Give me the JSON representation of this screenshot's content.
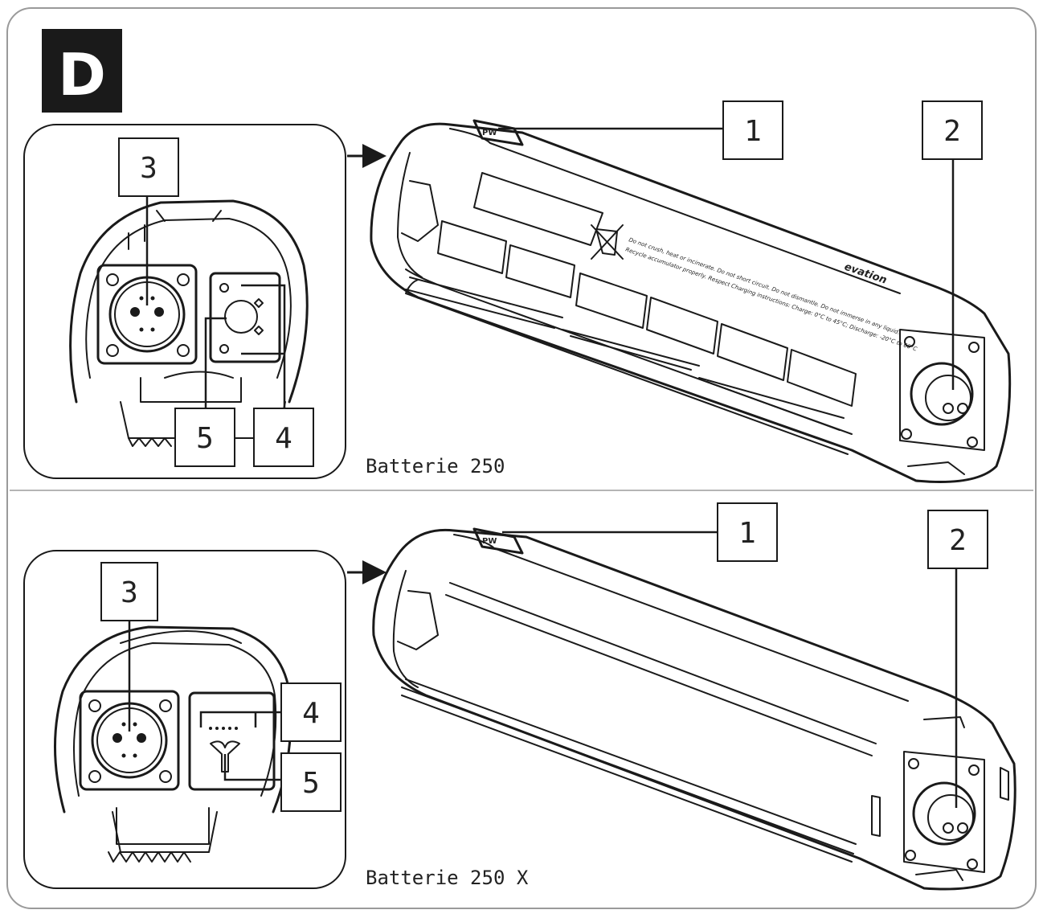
{
  "badge": {
    "letter": "D"
  },
  "sections": [
    {
      "caption": "Batterie 250",
      "label_text": "Do not crush, heat or incinerate. Do not short circuit. Do not dismantle. Do not immerse in any liquid.",
      "label_text_2": "Recycle accumulator properly. Respect Charging instructions: Charge: 0°C to 45°C; Discharge: -20°C to 60°C",
      "brand": "evation",
      "callouts": [
        "1",
        "2",
        "3",
        "4",
        "5"
      ]
    },
    {
      "caption": "Batterie 250 X",
      "callouts": [
        "1",
        "2",
        "3",
        "4",
        "5"
      ]
    }
  ],
  "colors": {
    "ink": "#1a1a1a",
    "badge_bg": "#1a1a1a",
    "divider": "#b5b5b5",
    "frame": "#9a9a9a"
  },
  "icons": [
    "weee-bin-icon",
    "arrow-right-icon",
    "connector-icon",
    "charging-port-icon"
  ]
}
